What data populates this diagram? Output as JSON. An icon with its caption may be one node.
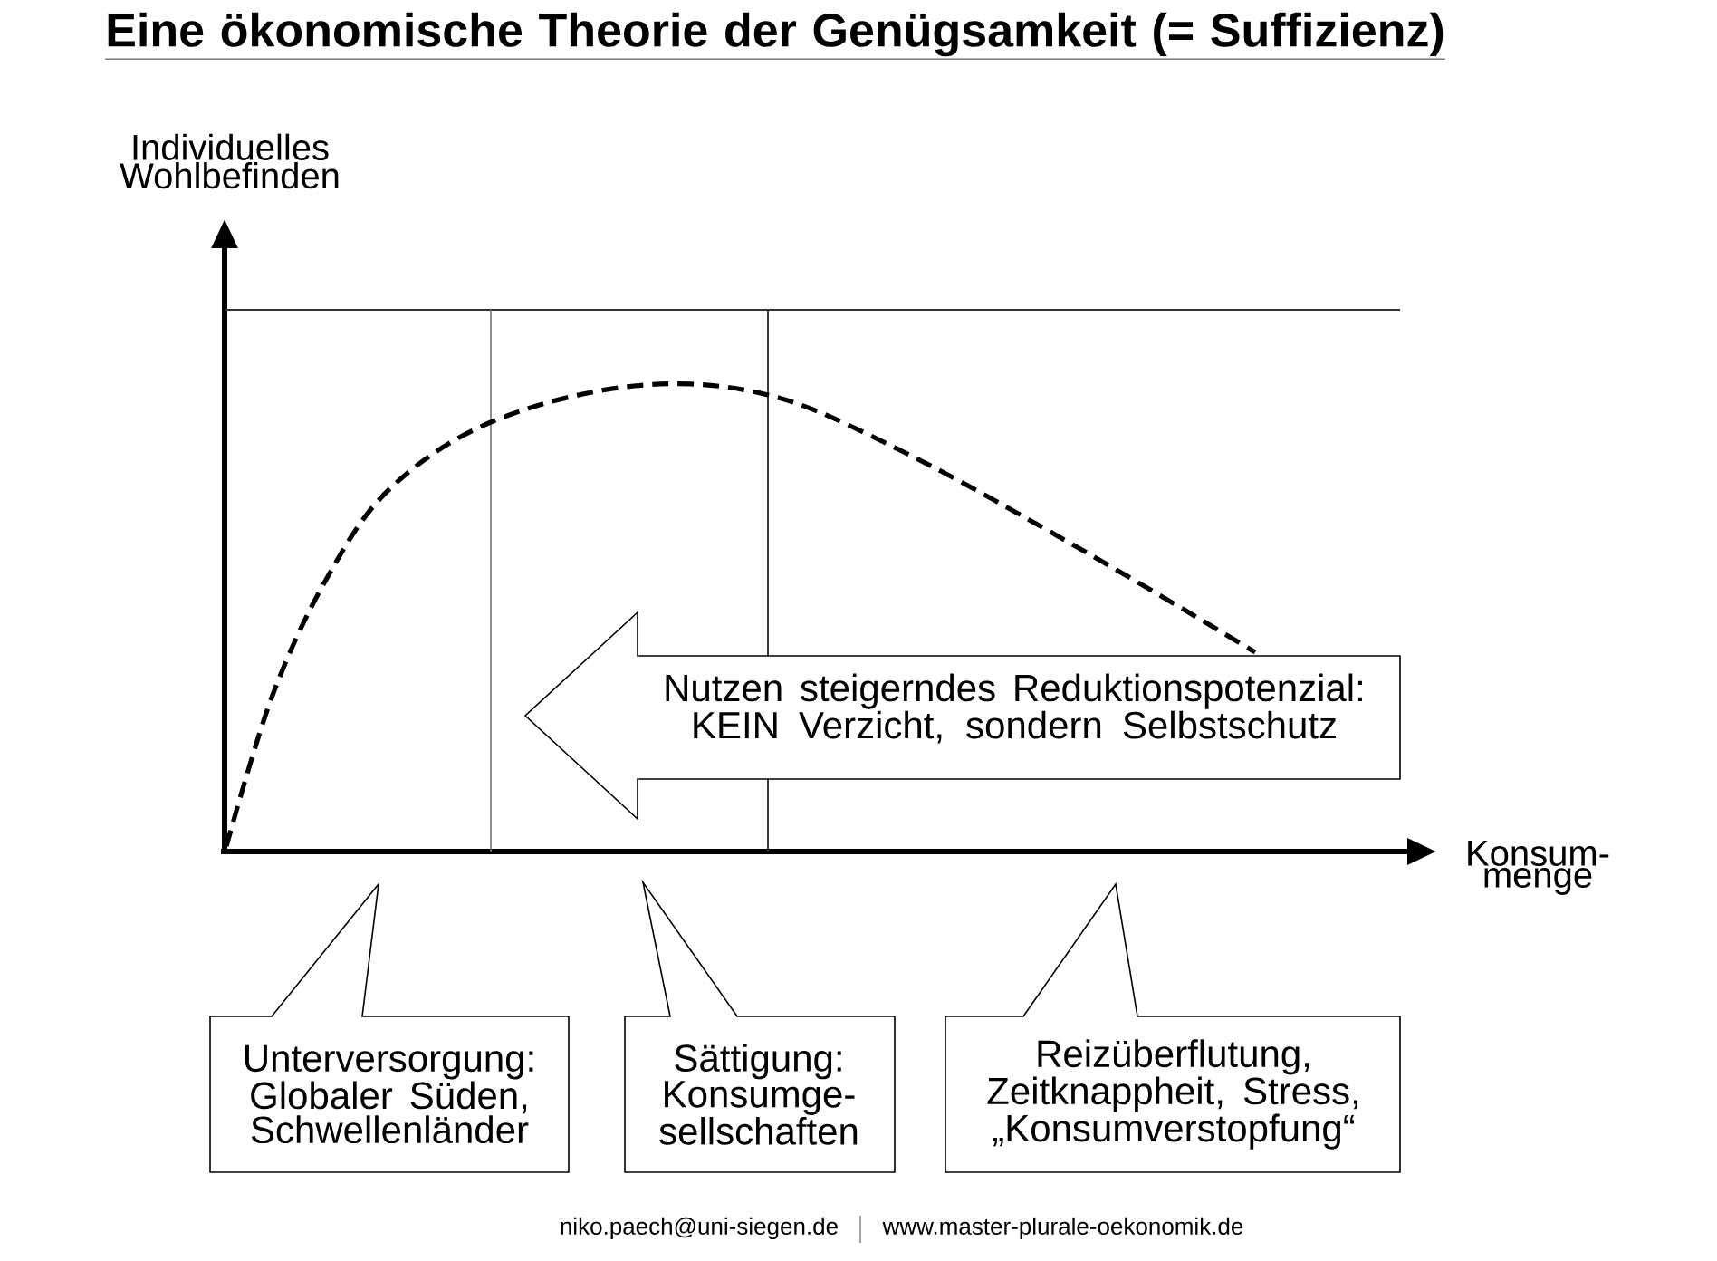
{
  "diagram": {
    "title": "Eine ökonomische Theorie der Genügsamkeit (= Suffizienz)",
    "nodes": [
      {
        "text": [
          "Nutzen steigerndes Reduktionspotenzial: KEIN Verzicht, sondern Selbstschutz"
        ]
      },
      {
        "text": [
          "Unterversorgung: Globaler Süden, Schwellenländer"
        ]
      },
      {
        "text": [
          "Sättigung: Konsumge- sellschaften"
        ]
      },
      {
        "text": [
          "Reizüberflutung, Zeitknappheit, Stress, „Konsumverstopfung“"
        ]
      }
    ],
    "labels": [
      "Individuelles Wohlbefinden",
      "Konsum- menge",
      "niko.paech@uni-siegen.de",
      "www.master-plurale-oekonomik.de"
    ]
  }
}
